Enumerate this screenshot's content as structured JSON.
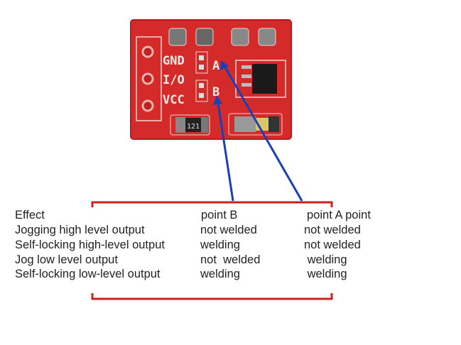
{
  "board": {
    "pin_labels": [
      "GND",
      "I/O",
      "VCC"
    ],
    "point_labels": [
      "A",
      "B"
    ],
    "resistor_marking": "121",
    "colors": {
      "pcb": "#d42a2a",
      "silkscreen": "#f3e9e6",
      "arrow": "#1b3fb5",
      "bracket": "#d01f1f"
    }
  },
  "table": {
    "headers": [
      "Effect",
      "point B",
      "point A point"
    ],
    "rows": [
      [
        "Jogging high level output",
        "not welded",
        "not welded"
      ],
      [
        "Self-locking high-level output",
        "welding",
        "not welded"
      ],
      [
        "Jog low level output",
        "not  welded",
        " welding"
      ],
      [
        "Self-locking low-level output",
        "welding",
        " welding"
      ]
    ]
  }
}
